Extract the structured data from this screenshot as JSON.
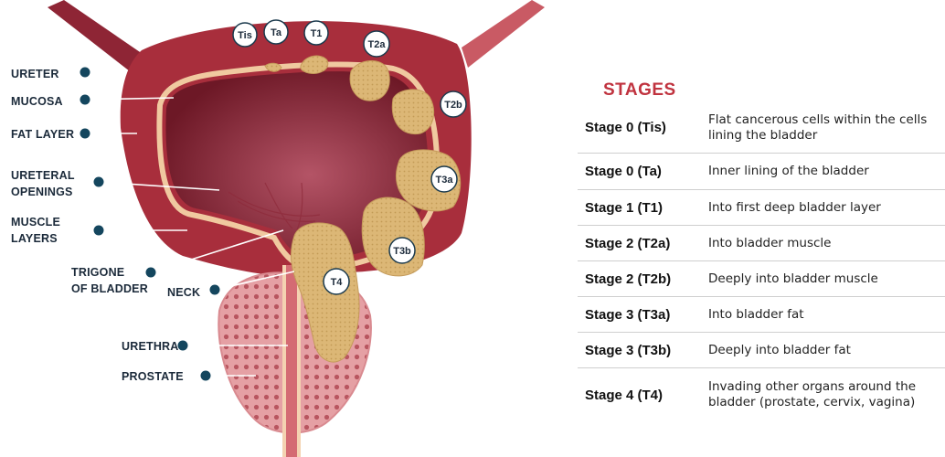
{
  "anatomy_labels": {
    "ureter": "URETER",
    "mucosa": "MUCOSA",
    "fat_layer": "FAT LAYER",
    "ureteral_openings": [
      "URETERAL",
      "OPENINGS"
    ],
    "muscle_layers": [
      "MUSCLE",
      "LAYERS"
    ],
    "trigone": [
      "TRIGONE",
      "OF BLADDER"
    ],
    "neck": "NECK",
    "urethra": "URETHRA",
    "prostate": "PROSTATE"
  },
  "tumor_markers": [
    "Tis",
    "Ta",
    "T1",
    "T2a",
    "T2b",
    "T3a",
    "T3b",
    "T4"
  ],
  "stages_title": "STAGES",
  "stages": [
    {
      "stage": "Stage 0 (Tis)",
      "description": "Flat cancerous cells within the cells lining the bladder"
    },
    {
      "stage": "Stage 0 (Ta)",
      "description": "Inner lining of the bladder"
    },
    {
      "stage": "Stage 1 (T1)",
      "description": "Into first deep bladder layer"
    },
    {
      "stage": "Stage 2 (T2a)",
      "description": "Into bladder muscle"
    },
    {
      "stage": "Stage 2 (T2b)",
      "description": "Deeply into bladder muscle"
    },
    {
      "stage": "Stage 3 (T3a)",
      "description": "Into bladder fat"
    },
    {
      "stage": "Stage 3 (T3b)",
      "description": "Deeply into bladder fat"
    },
    {
      "stage": "Stage 4 (T4)",
      "description": "Invading other organs around the bladder (prostate, cervix, vagina)"
    }
  ],
  "colors": {
    "bladder_wall": "#a82e3c",
    "bladder_inner": "#7d1f2c",
    "mucosa": "#f0c9a0",
    "tumor": "#dcb776",
    "prostate": "#e7a3a6",
    "leader_dot": "#14465e",
    "title_red": "#c0333f"
  }
}
